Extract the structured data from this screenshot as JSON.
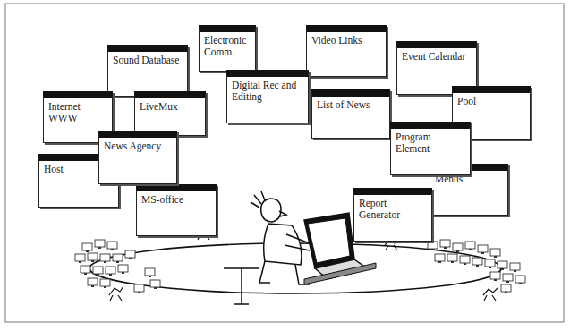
{
  "diagram": {
    "nodes": [
      {
        "text": [
          "Electronic Comm."
        ]
      },
      {
        "text": [
          "Video Links"
        ]
      },
      {
        "text": [
          "Sound Database"
        ]
      },
      {
        "text": [
          "Event Calendar"
        ]
      },
      {
        "text": [
          "Digital Rec and Editing"
        ]
      },
      {
        "text": [
          "List of News"
        ]
      },
      {
        "text": [
          "Pool"
        ]
      },
      {
        "text": [
          "Internet WWW"
        ]
      },
      {
        "text": [
          "LiveMux"
        ]
      },
      {
        "text": [
          "Program Element"
        ]
      },
      {
        "text": [
          "News Agency"
        ]
      },
      {
        "text": [
          "Host"
        ]
      },
      {
        "text": [
          "Menus"
        ]
      },
      {
        "text": [
          "MS-office"
        ]
      },
      {
        "text": [
          "Report Generator"
        ]
      }
    ]
  }
}
